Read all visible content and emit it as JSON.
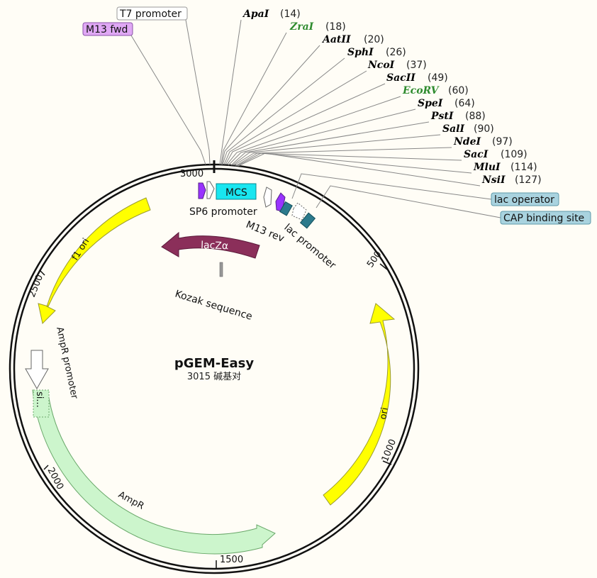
{
  "plasmid": {
    "name": "pGEM-Easy",
    "length_label": "3015 碱基对",
    "length_bp": 3015
  },
  "colors": {
    "enzyme_default": "#000000",
    "enzyme_green": "#2e8b2e",
    "ori": "#ffff00",
    "ampr": "#ccf5cc",
    "f1ori": "#ffff00",
    "lacz": "#8b2f5a",
    "mcs": "#19e6f0",
    "lac_operator": "#2c7a8c",
    "primer_purple": "#9933ff",
    "box_m13fwd": "#e0a8f5",
    "box_cap": "#a9d3df"
  },
  "enzymes": [
    {
      "name": "ApaI",
      "pos": "(14)",
      "color": "black"
    },
    {
      "name": "ZraI",
      "pos": "(18)",
      "color": "green"
    },
    {
      "name": "AatII",
      "pos": "(20)",
      "color": "black"
    },
    {
      "name": "SphI",
      "pos": "(26)",
      "color": "black"
    },
    {
      "name": "NcoI",
      "pos": "(37)",
      "color": "black"
    },
    {
      "name": "SacII",
      "pos": "(49)",
      "color": "black"
    },
    {
      "name": "EcoRV",
      "pos": "(60)",
      "color": "green"
    },
    {
      "name": "SpeI",
      "pos": "(64)",
      "color": "black"
    },
    {
      "name": "PstI",
      "pos": "(88)",
      "color": "black"
    },
    {
      "name": "SalI",
      "pos": "(90)",
      "color": "black"
    },
    {
      "name": "NdeI",
      "pos": "(97)",
      "color": "black"
    },
    {
      "name": "SacI",
      "pos": "(109)",
      "color": "black"
    },
    {
      "name": "MluI",
      "pos": "(114)",
      "color": "black"
    },
    {
      "name": "NsiI",
      "pos": "(127)",
      "color": "black"
    }
  ],
  "boxed_labels": {
    "t7": "T7 promoter",
    "m13fwd": "M13 fwd",
    "lac_operator": "lac operator",
    "cap": "CAP binding site"
  },
  "features": {
    "mcs": "MCS",
    "sp6": "SP6 promoter",
    "m13rev": "M13 rev",
    "lac_promoter": "lac promoter",
    "lacz": "lacZα",
    "kozak": "Kozak sequence",
    "f1ori": "f1 ori",
    "ori": "ori",
    "ampr": "AmpR",
    "ampr_promoter": "AmpR promoter",
    "signal": "si..."
  },
  "ticks": {
    "t3000": "3000",
    "t500": "500",
    "t1000": "1000",
    "t1500": "1500",
    "t2000": "2000",
    "t2500": "2500"
  }
}
